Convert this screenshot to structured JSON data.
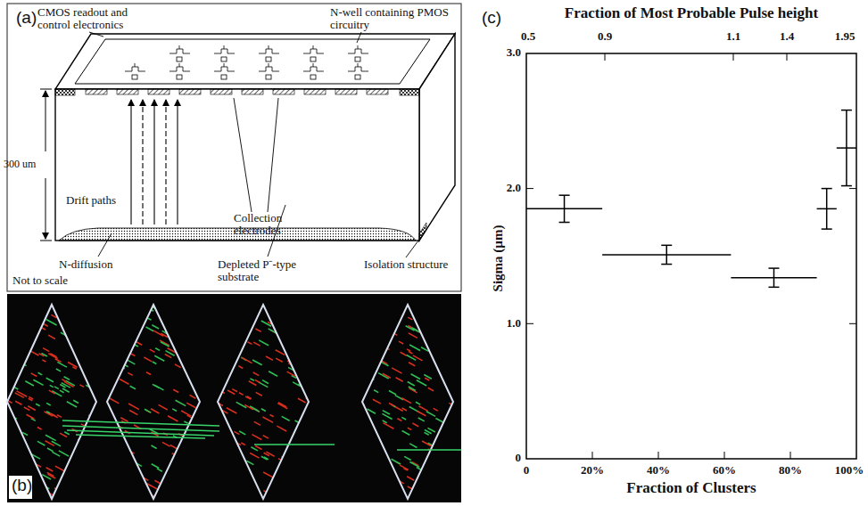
{
  "diagram": {
    "labels": [
      "(a)",
      "CMOS readout and control electronics",
      "N-well containing PMOS circuitry",
      "300 um",
      "Drift paths",
      "Collection electrodes",
      "N-diffusion",
      "Depleted P⁻-type substrate",
      "Isolation structure",
      "Not to scale",
      "(b)",
      "(c)",
      "Fraction of Most Probable Pulse height",
      "0.5",
      "0.9",
      "1.1",
      "1.4",
      "1.95",
      "3.0",
      "2.0",
      "1.0",
      "0",
      "Sigma (µm)",
      "0",
      "20%",
      "40%",
      "60%",
      "80%",
      "100%",
      "Fraction of Clusters"
    ]
  }
}
